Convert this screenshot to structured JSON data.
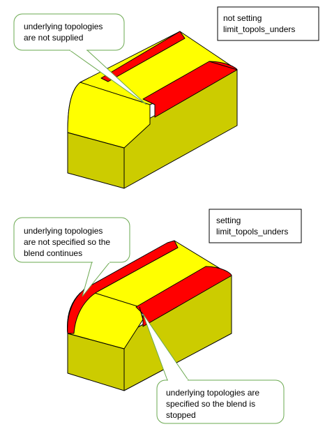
{
  "top_panel": {
    "callout_lines": [
      "underlying topologies",
      "are not supplied"
    ],
    "note_lines": [
      "not setting",
      "limit_topols_unders"
    ]
  },
  "bottom_panel": {
    "callout_upper_lines": [
      "underlying topologies",
      "are not specified so the",
      "blend continues"
    ],
    "callout_lower_lines": [
      "underlying topologies are",
      "specified so the blend is",
      "stopped"
    ],
    "note_lines": [
      "setting",
      "limit_topols_unders"
    ]
  },
  "colors": {
    "face_yellow": "#FFFF00",
    "side_yellow": "#CCCC00",
    "blend_red": "#FF0000",
    "callout_border": "#6AA84F",
    "outline": "#000000"
  }
}
